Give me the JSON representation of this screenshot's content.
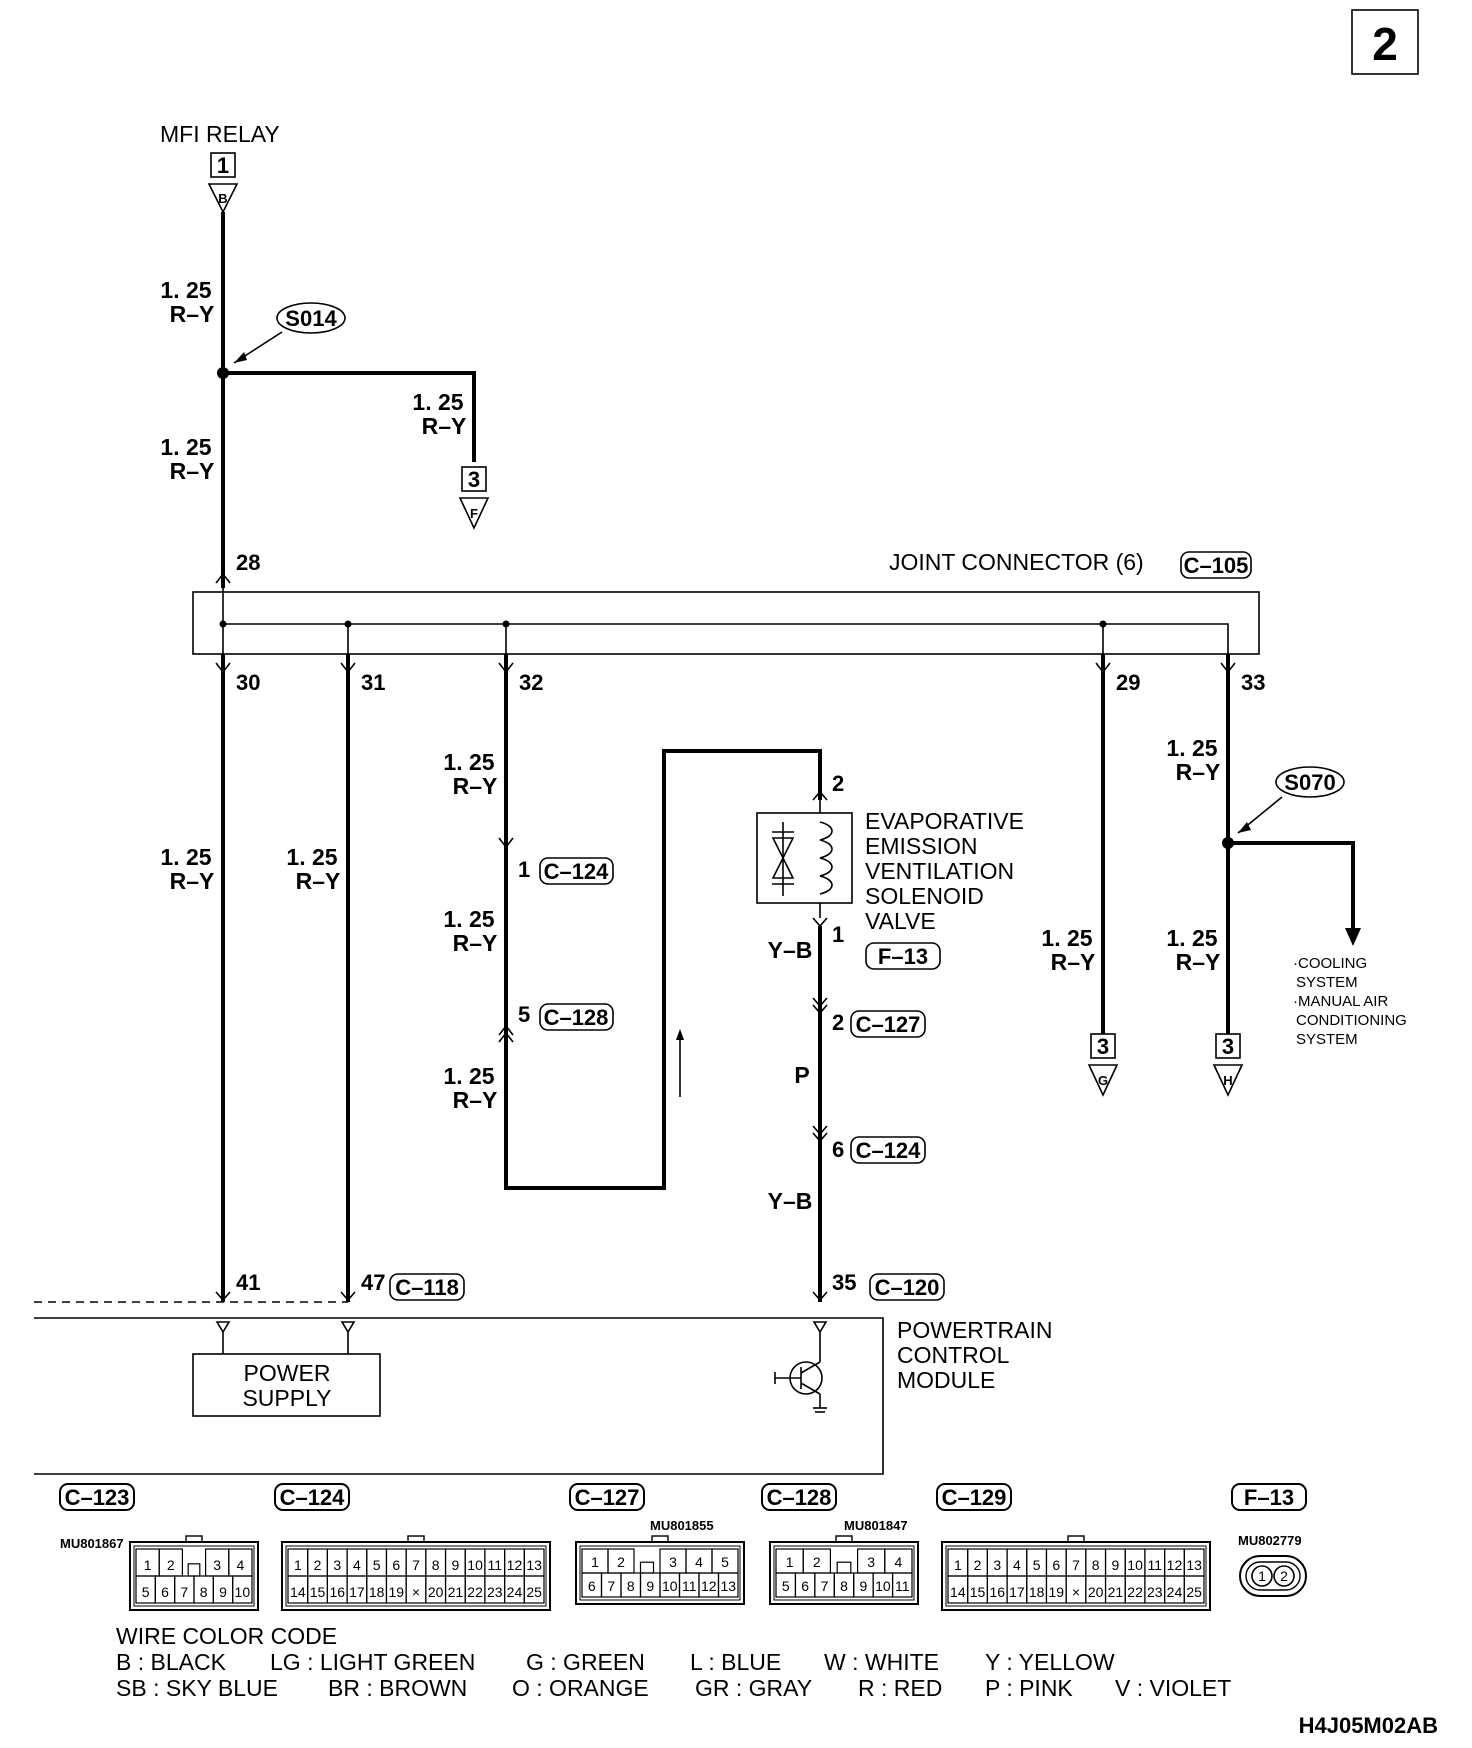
{
  "page_number": "2",
  "source_labels": {
    "mfi_relay": "MFI RELAY",
    "mfi_relay_page": "1",
    "mfi_relay_letter": "B"
  },
  "wires": {
    "r_y_gauge": "1. 25",
    "r_y_color": "R–Y",
    "y_b": "Y–B",
    "p": "P"
  },
  "splices": {
    "s014": "S014",
    "s070": "S070"
  },
  "offpage": {
    "f_page": "3",
    "f_letter": "F",
    "g_page": "3",
    "g_letter": "G",
    "h_page": "3",
    "h_letter": "H"
  },
  "joint_connector": {
    "label": "JOINT CONNECTOR (6)",
    "ref": "C–105",
    "pins": {
      "in": "28",
      "p30": "30",
      "p31": "31",
      "p32": "32",
      "p29": "29",
      "p33": "33"
    }
  },
  "inline_connectors": {
    "c124_pin1": "1",
    "c124_a": "C–124",
    "c128_pin5": "5",
    "c128": "C–128",
    "c127_pin2": "2",
    "c127": "C–127",
    "c124_pin6": "6",
    "c124_b": "C–124"
  },
  "solenoid": {
    "line1": "EVAPORATIVE",
    "line2": "EMISSION",
    "line3": "VENTILATION",
    "line4": "SOLENOID",
    "line5": "VALVE",
    "ref": "F–13",
    "pin_top": "2",
    "pin_bottom": "1"
  },
  "cooling_note": {
    "line1": "·COOLING",
    "line2": "SYSTEM",
    "line3": "·MANUAL AIR",
    "line4": "CONDITIONING",
    "line5": "SYSTEM"
  },
  "pcm": {
    "line1": "POWERTRAIN",
    "line2": "CONTROL",
    "line3": "MODULE",
    "pin41": "41",
    "pin47": "47",
    "ref118": "C–118",
    "pin35": "35",
    "ref120": "C–120",
    "power_supply_1": "POWER",
    "power_supply_2": "SUPPLY"
  },
  "connector_views": [
    {
      "ref": "C–123",
      "part": "MU801867",
      "row1": [
        "1",
        "2",
        "",
        "3",
        "4"
      ],
      "row2": [
        "5",
        "6",
        "7",
        "8",
        "9",
        "10"
      ]
    },
    {
      "ref": "C–124",
      "part": "",
      "row1": [
        "1",
        "2",
        "3",
        "4",
        "5",
        "6",
        "7",
        "8",
        "9",
        "10",
        "11",
        "12",
        "13"
      ],
      "row2": [
        "14",
        "15",
        "16",
        "17",
        "18",
        "19",
        "×",
        "20",
        "21",
        "22",
        "23",
        "24",
        "25"
      ]
    },
    {
      "ref": "C–127",
      "part": "MU801855",
      "row1": [
        "1",
        "2",
        "",
        "3",
        "4",
        "5"
      ],
      "row2": [
        "6",
        "7",
        "8",
        "9",
        "10",
        "11",
        "12",
        "13"
      ]
    },
    {
      "ref": "C–128",
      "part": "MU801847",
      "row1": [
        "1",
        "2",
        "",
        "3",
        "4"
      ],
      "row2": [
        "5",
        "6",
        "7",
        "8",
        "9",
        "10",
        "11"
      ]
    },
    {
      "ref": "C–129",
      "part": "",
      "row1": [
        "1",
        "2",
        "3",
        "4",
        "5",
        "6",
        "7",
        "8",
        "9",
        "10",
        "11",
        "12",
        "13"
      ],
      "row2": [
        "14",
        "15",
        "16",
        "17",
        "18",
        "19",
        "×",
        "20",
        "21",
        "22",
        "23",
        "24",
        "25"
      ]
    },
    {
      "ref": "F–13",
      "part": "MU802779",
      "row1": [
        "1",
        "2"
      ],
      "row2": []
    }
  ],
  "wire_color_code": {
    "title": "WIRE COLOR CODE",
    "row1": [
      "B : BLACK",
      "LG : LIGHT GREEN",
      "G : GREEN",
      "L : BLUE",
      "W : WHITE",
      "Y : YELLOW"
    ],
    "row2": [
      "SB : SKY BLUE",
      "BR : BROWN",
      "O : ORANGE",
      "GR : GRAY",
      "R : RED",
      "P : PINK",
      "V : VIOLET"
    ]
  },
  "drawing_id": "H4J05M02AB"
}
